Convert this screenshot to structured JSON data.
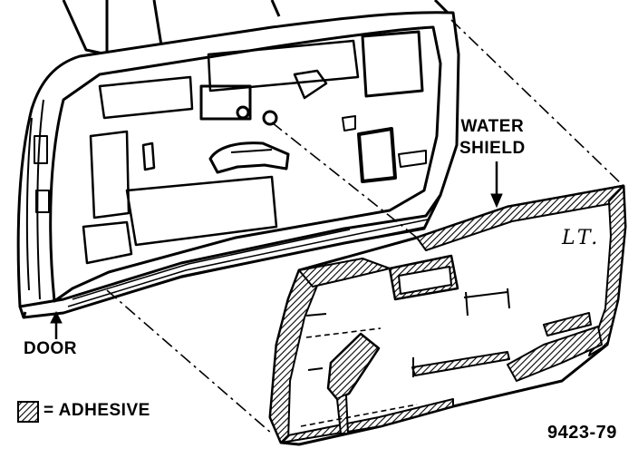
{
  "callouts": {
    "water_shield_line1": "WATER",
    "water_shield_line2": "SHIELD",
    "door": "DOOR"
  },
  "legend": {
    "symbol_name": "hatched-swatch",
    "text": "= ADHESIVE"
  },
  "figure_number": "9423-79",
  "panel_marking": "LT."
}
